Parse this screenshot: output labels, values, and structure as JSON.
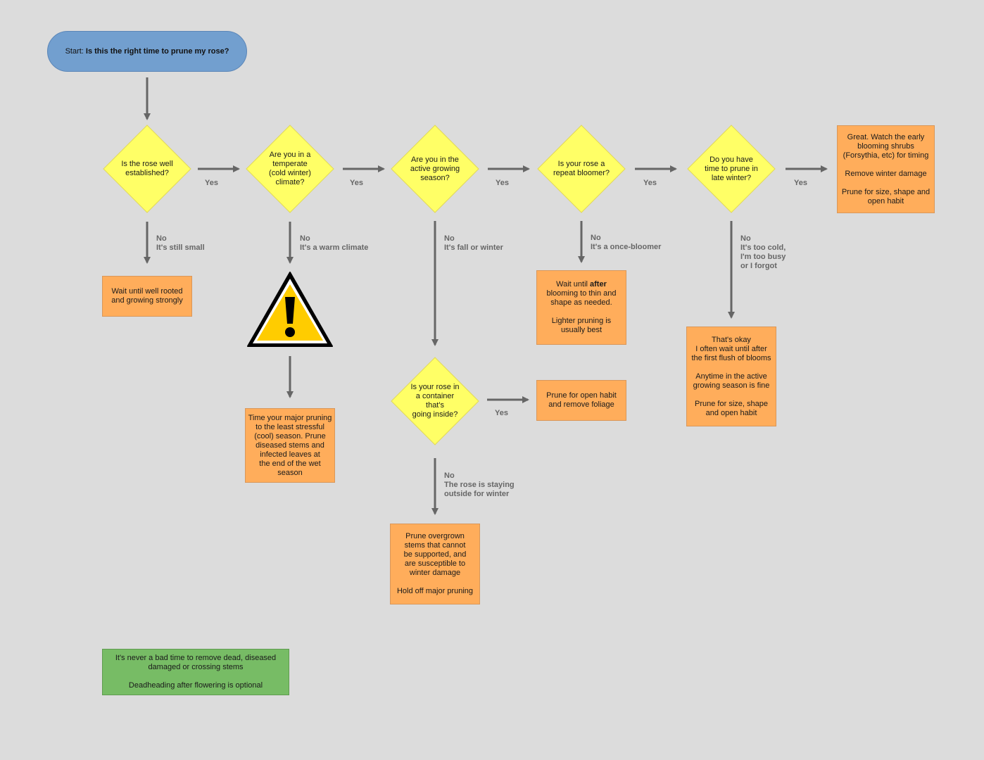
{
  "start": {
    "prefix": "Start: ",
    "question": "Is this the right time to prune my rose?"
  },
  "decisions": {
    "established": [
      "Is the rose well",
      "established?"
    ],
    "temperate": [
      "Are you in a",
      "temperate",
      "(cold winter)",
      "climate?"
    ],
    "active": [
      "Are you in the",
      "active growing",
      "season?"
    ],
    "repeat": [
      "Is your rose a",
      "repeat bloomer?"
    ],
    "late_winter": [
      "Do you have",
      "time to prune in",
      "late winter?"
    ],
    "container": [
      "Is your rose in",
      "a container that's",
      "going inside?"
    ]
  },
  "labels": {
    "yes": "Yes",
    "no": "No",
    "still_small": [
      "It's still small"
    ],
    "warm_climate": [
      "It's a warm climate"
    ],
    "fall_winter": [
      "It's fall or winter"
    ],
    "once_bloomer": [
      "It's a once-bloomer"
    ],
    "too_cold": [
      "It's too cold,",
      "I'm too busy",
      "or I forgot"
    ],
    "staying_outside": [
      "The rose is staying",
      "outside for winter"
    ]
  },
  "boxes": {
    "great": {
      "p1": [
        "Great. Watch the early",
        "blooming shrubs",
        "(Forsythia, etc) for timing"
      ],
      "p2": [
        "Remove winter damage"
      ],
      "p3": [
        "Prune for size, shape and",
        "open habit"
      ]
    },
    "wait_rooted": [
      "Wait until well rooted",
      "and growing strongly"
    ],
    "wait_after": {
      "l1_pre": "Wait until ",
      "l1_bold": "after",
      "rest": [
        "blooming to thin and",
        "shape as needed."
      ],
      "p2": [
        "Lighter pruning is",
        "usually best"
      ]
    },
    "okay": {
      "p1": [
        "That's okay",
        "I often wait until after",
        "the first flush of blooms"
      ],
      "p2": [
        "Anytime in the active",
        "growing season is fine"
      ],
      "p3": [
        "Prune for size, shape",
        "and open habit"
      ]
    },
    "time_major": [
      "Time your major pruning",
      "to the least stressful",
      "(cool) season. Prune",
      "diseased stems and",
      "infected leaves at",
      "the end of the wet",
      "season"
    ],
    "open_habit": [
      "Prune for open habit",
      "and remove foliage"
    ],
    "overgrown": {
      "p1": [
        "Prune overgrown",
        "stems that cannot",
        "be supported, and",
        "are susceptible to",
        "winter damage"
      ],
      "p2": [
        "Hold off major pruning"
      ]
    },
    "never_bad": {
      "p1": [
        "It's never a bad time to remove dead, diseased",
        "damaged or crossing stems"
      ],
      "p2": [
        "Deadheading after flowering is optional"
      ]
    }
  },
  "colors": {
    "background": "#dcdcdc",
    "start": "#729fcf",
    "decision": "#ffff66",
    "outcome": "#ffad5b",
    "note": "#77bc65",
    "arrow": "#666666",
    "warning_fill": "#ffcc00"
  },
  "icons": {
    "warning": "warning-icon"
  }
}
